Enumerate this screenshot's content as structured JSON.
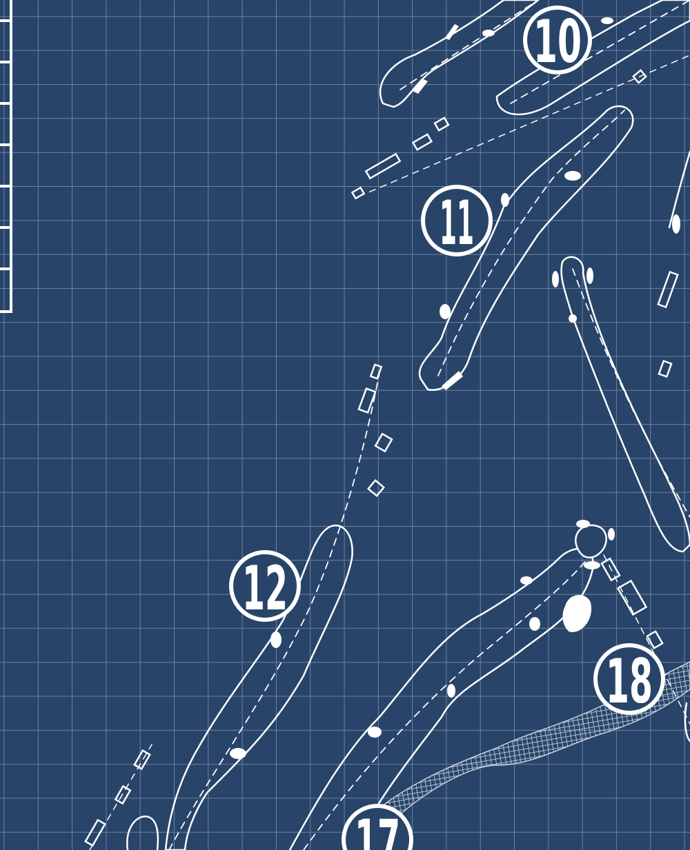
{
  "colors": {
    "background": "#284469",
    "grid": "#7f93b3",
    "lines": "#ffffff"
  },
  "holes": [
    {
      "number": "10"
    },
    {
      "number": "11"
    },
    {
      "number": "12"
    },
    {
      "number": "17"
    },
    {
      "number": "18"
    }
  ]
}
